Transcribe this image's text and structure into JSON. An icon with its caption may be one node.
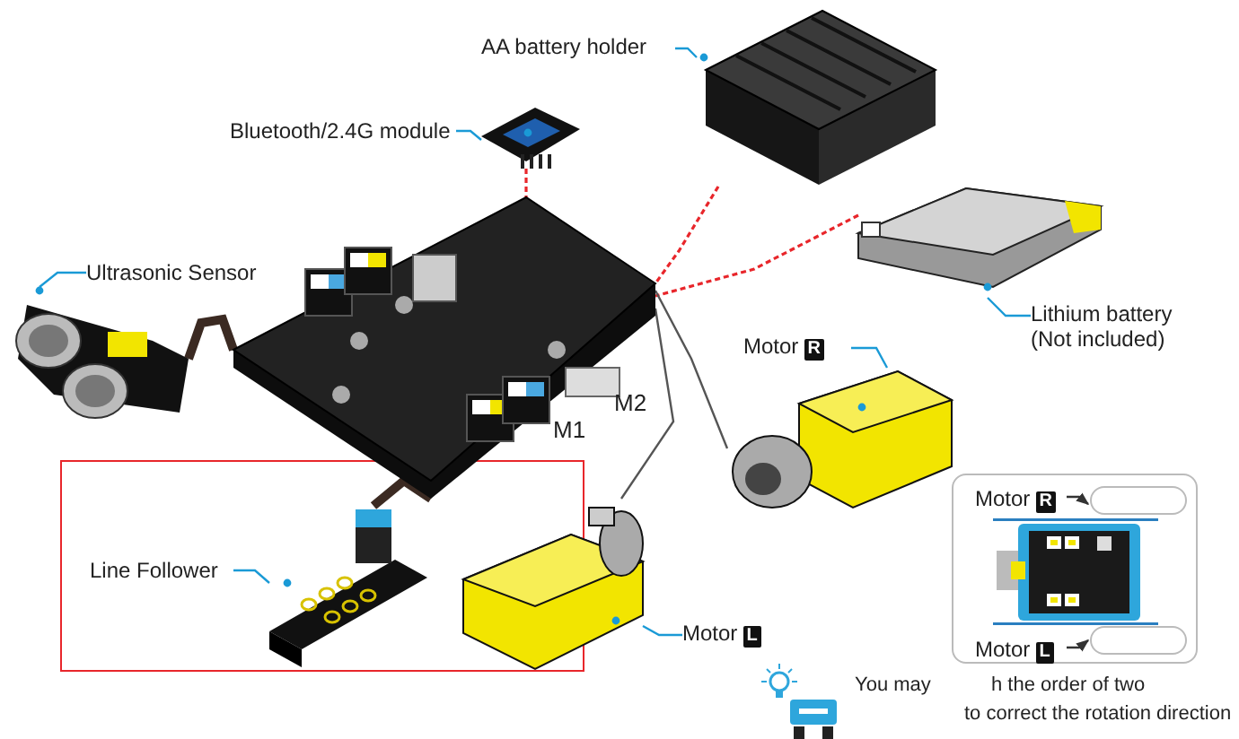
{
  "diagram": {
    "nodes": [
      {
        "text": [
          "AA battery holder"
        ]
      },
      {
        "text": [],
        "shape": "picture"
      },
      {
        "text": [
          "Bluetooth/2.4G module"
        ]
      },
      {
        "text": [],
        "shape": "picture"
      },
      {
        "text": [
          "Ultrasonic Sensor"
        ]
      },
      {
        "text": [],
        "shape": "picture"
      },
      {
        "text": [],
        "shape": "picture"
      },
      {
        "text": [],
        "shape": "picture"
      },
      {
        "text": [
          "Lithium battery (Not included)"
        ]
      },
      {
        "text": [
          "Motor",
          "R"
        ]
      },
      {
        "text": [],
        "shape": "picture"
      },
      {
        "text": [
          "Line Follower"
        ]
      },
      {
        "text": [],
        "shape": "picture"
      },
      {
        "text": [],
        "shape": "picture"
      },
      {
        "text": [
          "Motor",
          "L"
        ]
      },
      {
        "text": [],
        "shape": "box"
      },
      {
        "text": [
          "Motor",
          "R"
        ],
        "in": 15
      },
      {
        "text": [],
        "shape": "box",
        "in": 15
      },
      {
        "text": [
          "Motor",
          "L"
        ],
        "in": 15
      },
      {
        "text": [],
        "shape": "box",
        "in": 15
      }
    ],
    "edges": [
      {
        "from": 0,
        "to": 1,
        "arrow": "none"
      },
      {
        "from": 2,
        "to": 3,
        "arrow": "none"
      },
      {
        "from": 4,
        "to": 5,
        "arrow": "none"
      },
      {
        "from": 8,
        "to": 7,
        "arrow": "none"
      },
      {
        "from": 9,
        "to": 10,
        "arrow": "none"
      },
      {
        "from": 11,
        "to": 12,
        "arrow": "none"
      },
      {
        "from": 14,
        "to": 13,
        "arrow": "none"
      },
      {
        "from": 16,
        "to": 17,
        "arrow": "to",
        "color": "#333333"
      },
      {
        "from": 18,
        "to": 19,
        "arrow": "to",
        "color": "#333333"
      },
      {
        "from": 3,
        "to": 6,
        "arrow": "none",
        "style": "dashed",
        "color": "#e8262b"
      },
      {
        "from": 1,
        "to": 6,
        "arrow": "none",
        "style": "dashed",
        "color": "#e8262b"
      },
      {
        "from": 7,
        "to": 6,
        "arrow": "none",
        "style": "dashed",
        "color": "#e8262b"
      },
      {
        "from": 5,
        "to": 6,
        "arrow": "none",
        "style": "thick",
        "color": "#3b2a22"
      },
      {
        "from": 12,
        "to": 6,
        "arrow": "none",
        "style": "thick",
        "color": "#3b2a22"
      },
      {
        "from": 10,
        "to": 6,
        "arrow": "none",
        "color": "#555555"
      },
      {
        "from": 13,
        "to": 6,
        "arrow": "none",
        "color": "#555555"
      }
    ],
    "labels": [
      "M2",
      "M1",
      "You may",
      "h the order of two",
      "to correct the rotation direction"
    ]
  }
}
